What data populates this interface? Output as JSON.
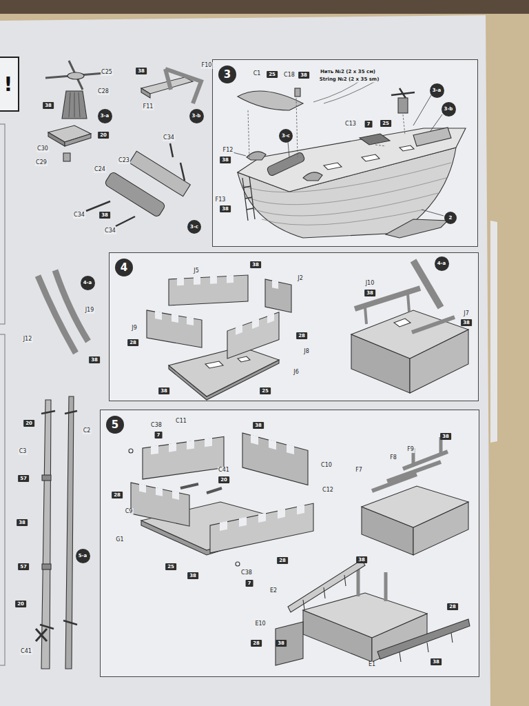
{
  "diagram": {
    "nodes": [
      {
        "text": [
          "!"
        ]
      },
      {
        "text": [
          "3-a"
        ]
      },
      {
        "text": [
          "3-b"
        ]
      },
      {
        "text": [
          "3-c"
        ]
      },
      {
        "text": [
          "3"
        ]
      },
      {
        "text": [
          "3-a"
        ],
        "in": 4
      },
      {
        "text": [
          "3-b"
        ],
        "in": 4
      },
      {
        "text": [
          "3-c"
        ],
        "in": 4
      },
      {
        "text": [
          "2"
        ],
        "in": 4
      },
      {
        "text": [
          "4-a"
        ]
      },
      {
        "text": [
          "4"
        ]
      },
      {
        "text": [
          "4-a"
        ],
        "in": 10
      },
      {
        "text": [
          "5"
        ]
      },
      {
        "text": [
          "5-a"
        ]
      }
    ],
    "labels": [
      "C25",
      "C28",
      "38",
      "20",
      "C30",
      "C29",
      "38",
      "F10",
      "F11",
      "C34",
      "C23",
      "C24",
      "38",
      "C34",
      "C34",
      "C1",
      "25",
      "C18",
      "38",
      "Нить №2 (2 x 35 см)",
      "String №2 (2 x 35 sm)",
      "C13",
      "7",
      "25",
      "F12",
      "38",
      "F13",
      "38",
      "J5",
      "38",
      "J2",
      "J9",
      "28",
      "28",
      "J8",
      "J6",
      "38",
      "25",
      "J10",
      "38",
      "J7",
      "38",
      "J19",
      "J12",
      "38",
      "C38",
      "7",
      "C11",
      "38",
      "C41",
      "20",
      "C10",
      "C12",
      "28",
      "C9",
      "G1",
      "25",
      "38",
      "28",
      "C38",
      "7",
      "38",
      "F9",
      "F8",
      "F7",
      "38",
      "E2",
      "28",
      "E10",
      "28",
      "38",
      "E1",
      "38",
      "20",
      "C2",
      "C3",
      "57",
      "38",
      "57",
      "20",
      "C41"
    ]
  }
}
